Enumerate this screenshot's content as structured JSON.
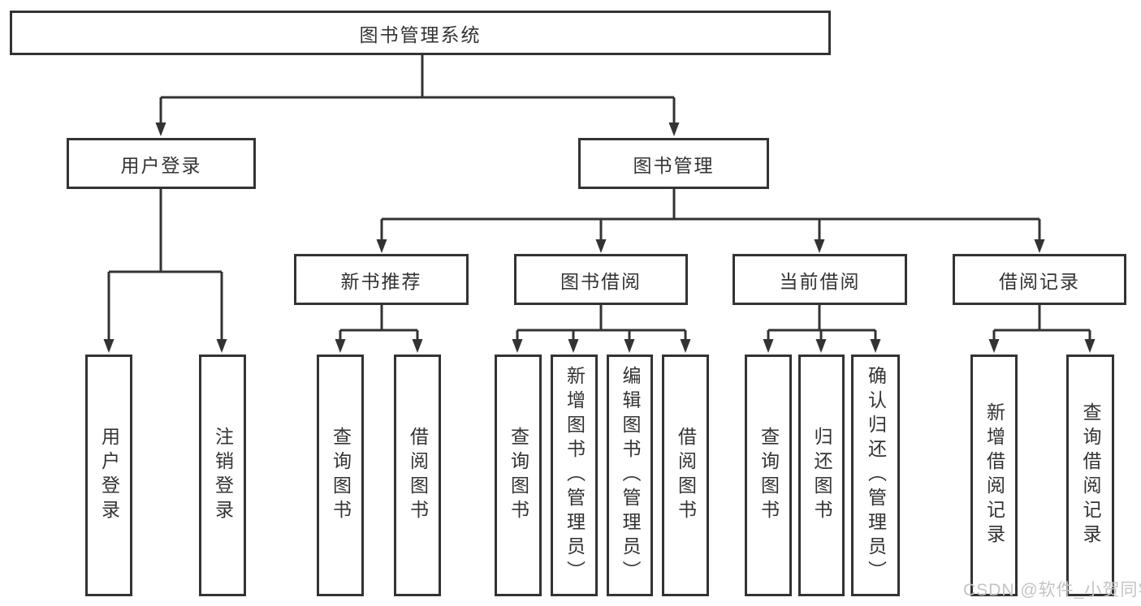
{
  "colors": {
    "line": "#333333",
    "box_border": "#333333",
    "box_background": "#ffffff",
    "text": "#333333",
    "watermark": "#c4c4c4"
  },
  "watermark": "CSDN @软件_小贺同学",
  "tree": {
    "root": "图书管理系统",
    "login": {
      "label": "用户登录",
      "children": [
        "用户登录",
        "注销登录"
      ]
    },
    "mgmt": {
      "label": "图书管理",
      "groups": [
        {
          "label": "新书推荐",
          "children": [
            "查询图书",
            "借阅图书"
          ]
        },
        {
          "label": "图书借阅",
          "children": [
            "查询图书",
            "新增图书（管理员）",
            "编辑图书（管理员）",
            "借阅图书"
          ]
        },
        {
          "label": "当前借阅",
          "children": [
            "查询图书",
            "归还图书",
            "确认归还（管理员）"
          ]
        },
        {
          "label": "借阅记录",
          "children": [
            "新增借阅记录",
            "查询借阅记录"
          ]
        }
      ]
    }
  }
}
